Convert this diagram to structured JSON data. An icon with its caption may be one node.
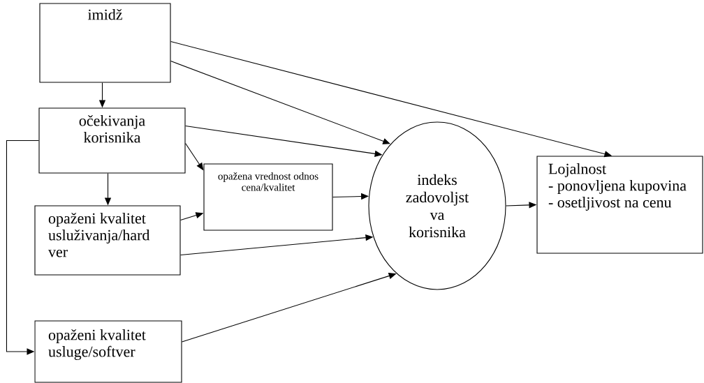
{
  "diagram": {
    "nodes": [
      {
        "text": [
          "imidž"
        ]
      },
      {
        "text": [
          "očekivanja korisnika"
        ]
      },
      {
        "text": [
          "opažena vrednost odnos cena/kvalitet"
        ]
      },
      {
        "text": [
          "opaženi kvalitet usluživanja/hard ver"
        ]
      },
      {
        "text": [
          "opaženi kvalitet usluge/softver"
        ]
      },
      {
        "text": [
          "indeks zadovoljst va korisnika"
        ]
      },
      {
        "text": [
          "Lojalnost",
          "- ponovljena kupovina",
          "- osetljivost na cenu"
        ]
      }
    ],
    "edges": [
      {
        "from": 0,
        "to": 1,
        "arrow": "to"
      },
      {
        "from": 0,
        "to": 5,
        "arrow": "to"
      },
      {
        "from": 0,
        "to": 6,
        "arrow": "to"
      },
      {
        "from": 1,
        "to": 5,
        "arrow": "to"
      },
      {
        "from": 1,
        "to": 2,
        "arrow": "to"
      },
      {
        "from": 1,
        "to": 3,
        "arrow": "to"
      },
      {
        "from": 1,
        "to": 4,
        "arrow": "to"
      },
      {
        "from": 3,
        "to": 2,
        "arrow": "to"
      },
      {
        "from": 2,
        "to": 5,
        "arrow": "to"
      },
      {
        "from": 3,
        "to": 5,
        "arrow": "to"
      },
      {
        "from": 4,
        "to": 5,
        "arrow": "to"
      },
      {
        "from": 5,
        "to": 6,
        "arrow": "to"
      }
    ]
  }
}
